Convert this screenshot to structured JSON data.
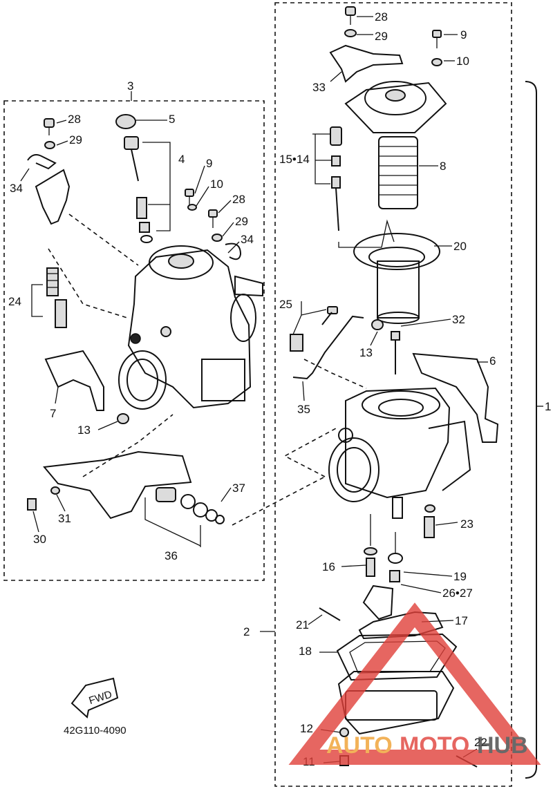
{
  "diagram": {
    "part_code": "42G110-4090",
    "fwd_label": "FWD",
    "watermark": {
      "brand_auto": "AUTO",
      "brand_moto": "MOTO",
      "brand_hub": "HUB",
      "colors": {
        "triangle": "#e0403a",
        "auto": "#f0a030",
        "moto": "#e0403a",
        "hub": "#444444"
      }
    },
    "callouts": [
      {
        "id": "c28a",
        "text": "28"
      },
      {
        "id": "c29a",
        "text": "29"
      },
      {
        "id": "c9a",
        "text": "9"
      },
      {
        "id": "c10a",
        "text": "10"
      },
      {
        "id": "c33",
        "text": "33"
      },
      {
        "id": "c8",
        "text": "8"
      },
      {
        "id": "c15_14",
        "text": "15•14"
      },
      {
        "id": "c20",
        "text": "20"
      },
      {
        "id": "c3",
        "text": "3"
      },
      {
        "id": "c28b",
        "text": "28"
      },
      {
        "id": "c29b",
        "text": "29"
      },
      {
        "id": "c5",
        "text": "5"
      },
      {
        "id": "c4",
        "text": "4"
      },
      {
        "id": "c34a",
        "text": "34"
      },
      {
        "id": "c9b",
        "text": "9"
      },
      {
        "id": "c10b",
        "text": "10"
      },
      {
        "id": "c28c",
        "text": "28"
      },
      {
        "id": "c29c",
        "text": "29"
      },
      {
        "id": "c34b",
        "text": "34"
      },
      {
        "id": "c24",
        "text": "24"
      },
      {
        "id": "c25",
        "text": "25"
      },
      {
        "id": "c32",
        "text": "32"
      },
      {
        "id": "c13a",
        "text": "13"
      },
      {
        "id": "c6",
        "text": "6"
      },
      {
        "id": "c1",
        "text": "1"
      },
      {
        "id": "c7",
        "text": "7"
      },
      {
        "id": "c13b",
        "text": "13"
      },
      {
        "id": "c35",
        "text": "35"
      },
      {
        "id": "c37",
        "text": "37"
      },
      {
        "id": "c31",
        "text": "31"
      },
      {
        "id": "c30",
        "text": "30"
      },
      {
        "id": "c36",
        "text": "36"
      },
      {
        "id": "c23",
        "text": "23"
      },
      {
        "id": "c16",
        "text": "16"
      },
      {
        "id": "c19",
        "text": "19"
      },
      {
        "id": "c26_27",
        "text": "26•27"
      },
      {
        "id": "c2",
        "text": "2"
      },
      {
        "id": "c21",
        "text": "21"
      },
      {
        "id": "c17",
        "text": "17"
      },
      {
        "id": "c18",
        "text": "18"
      },
      {
        "id": "c12",
        "text": "12"
      },
      {
        "id": "c22",
        "text": "22"
      },
      {
        "id": "c11",
        "text": "11"
      }
    ]
  }
}
